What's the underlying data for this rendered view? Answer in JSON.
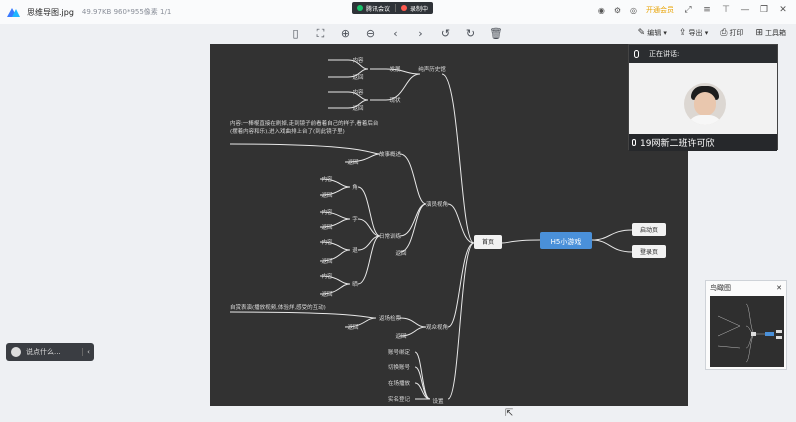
{
  "titlebar": {
    "filename": "思维导图.jpg",
    "meta": "49.97KB  960*955像素  1/1",
    "meeting_app": "腾讯会议",
    "meeting_status": "录制中",
    "vip_label": "开通会员"
  },
  "toolbar": {
    "tools": [
      "mouse-icon",
      "fit-icon",
      "zoom-in-icon",
      "zoom-out-icon",
      "prev-icon",
      "next-icon",
      "rotate-left-icon",
      "rotate-right-icon",
      "delete-icon"
    ],
    "edit_label": "编辑",
    "export_label": "导出",
    "print_label": "打印",
    "toolbox_label": "工具箱"
  },
  "video": {
    "speaking_label": "正在讲话:",
    "speaker_name": "19网新二班许可欣"
  },
  "minimap": {
    "title": "鸟瞰图"
  },
  "comment": {
    "placeholder": "说点什么..."
  },
  "mindmap": {
    "root": "H5小游戏",
    "right_nodes": [
      "启动页",
      "登录页"
    ],
    "hub": "首页",
    "level1": [
      "纯声历史馆",
      "演员视角",
      "观众视角",
      "设置"
    ],
    "level2": [
      "发展",
      "现状",
      "故事概述",
      "日常训练",
      "返回",
      "返场检票",
      "返回"
    ],
    "leaves": [
      "内容",
      "返回",
      "内容",
      "返回",
      "角",
      "字",
      "退",
      "晒",
      "内容",
      "返回",
      "内容",
      "返回",
      "内容",
      "返回",
      "内容",
      "返回",
      "账号绑定",
      "切换账号",
      "在场播放",
      "实名登记"
    ],
    "intro_text": "内容:一棒棍直接在刷掉,走到镜子前看着自己的样子,看着后台(摆着内容和乐),进入戏曲排上台了(到此镜子里)",
    "audience_text": "自赏表演(播放视频,体验烊,感受的互动)",
    "back": "返回"
  }
}
